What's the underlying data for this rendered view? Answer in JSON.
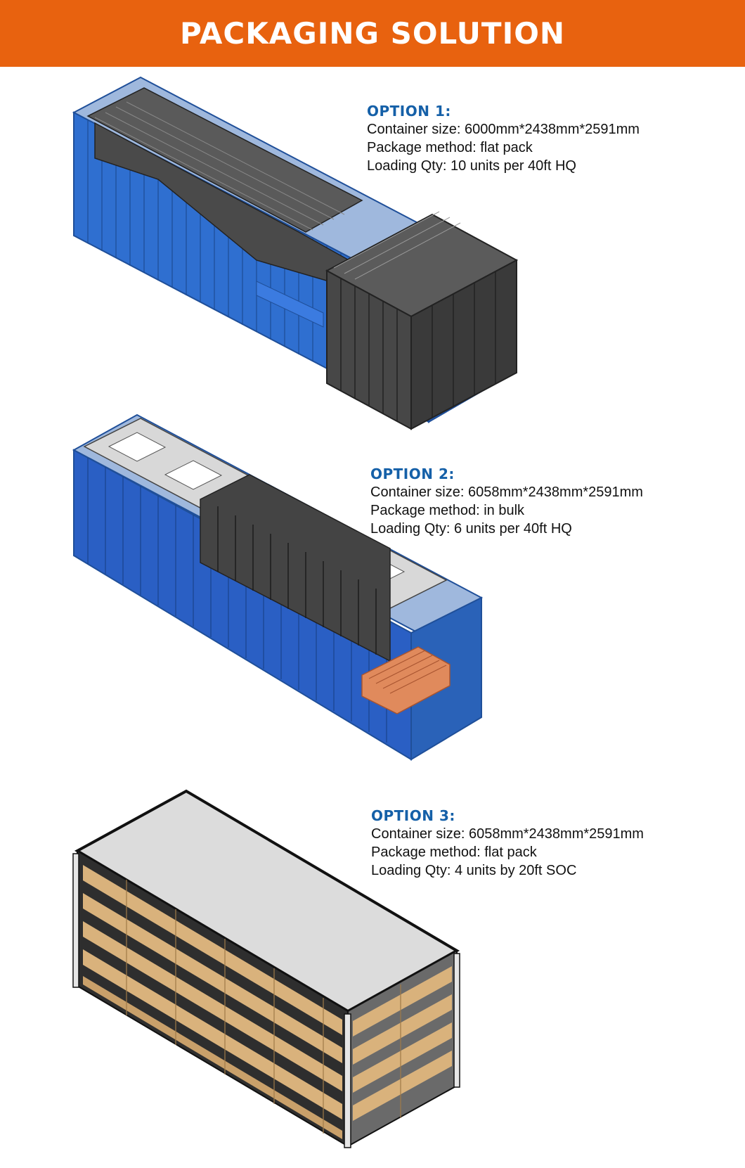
{
  "header": {
    "title": "PACKAGING SOLUTION",
    "background": "#e8620f"
  },
  "colors": {
    "accent_blue": "#1560a8",
    "container_blue": "#2f6fd0",
    "panel_dark": "#3a3a3a",
    "crate_wood": "#d9b27c",
    "bricks_orange": "#e08a5c"
  },
  "options": [
    {
      "title": "OPTION 1:",
      "container_size": "Container size: 6000mm*2438mm*2591mm",
      "package_method": "Package method: flat pack",
      "loading_qty": "Loading Qty: 10 units per 40ft HQ",
      "illustration": "container-with-flat-packs-sliding-out"
    },
    {
      "title": "OPTION 2:",
      "container_size": "Container size: 6058mm*2438mm*2591mm",
      "package_method": "Package method: in bulk",
      "loading_qty": "Loading Qty: 6 units per 40ft HQ",
      "illustration": "container-with-bulk-panels"
    },
    {
      "title": "OPTION 3:",
      "container_size": "Container size: 6058mm*2438mm*2591mm",
      "package_method": "Package method: flat pack",
      "loading_qty": "Loading Qty: 4 units by 20ft SOC",
      "illustration": "stacked-flat-pack-units"
    }
  ]
}
